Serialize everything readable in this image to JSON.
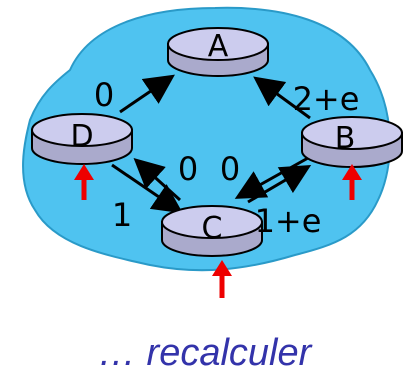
{
  "nodes": {
    "A": "A",
    "B": "B",
    "C": "C",
    "D": "D"
  },
  "edge_labels": {
    "d_to_a": "0",
    "b_to_a": "2+e",
    "c_to_d": "0",
    "c_to_b": "0",
    "d_to_c": "1",
    "b_to_c": "1+e"
  },
  "caption": "… recalculer",
  "colors": {
    "cloud": "#4fc3f0",
    "router_top": "#ccccee",
    "router_side": "#aaaacc",
    "red_arrow": "#ee0000",
    "caption": "#3333aa"
  },
  "icons": {
    "router": "router-cylinder-icon",
    "update": "red-up-arrow-icon"
  }
}
